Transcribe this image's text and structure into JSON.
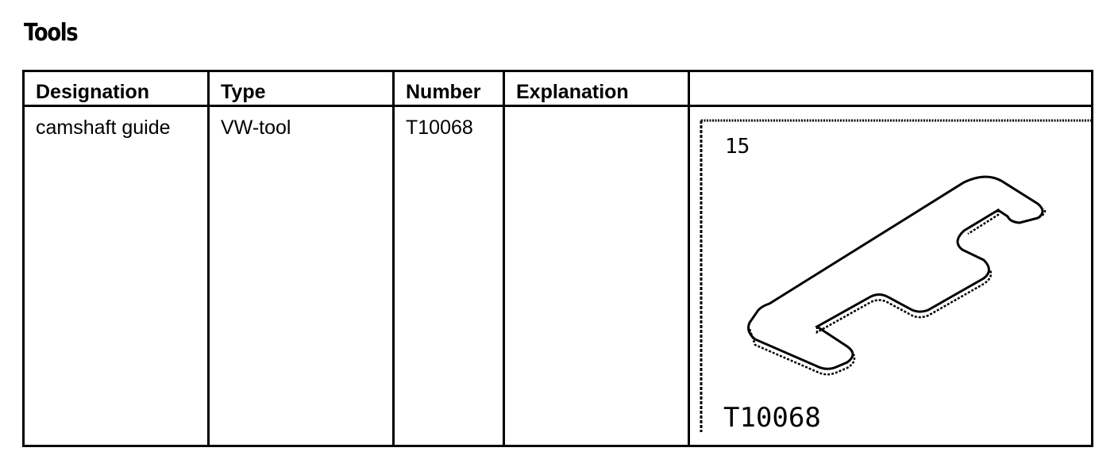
{
  "page": {
    "title": "Tools"
  },
  "table": {
    "headers": [
      "Designation",
      "Type",
      "Number",
      "Explanation",
      ""
    ],
    "rows": [
      {
        "designation": "camshaft guide",
        "type": "VW-tool",
        "number": "T10068",
        "explanation": ""
      }
    ]
  },
  "figure": {
    "index_label": "15",
    "part_number_label": "T10068",
    "icon": "camshaft-guide-plate-drawing"
  }
}
